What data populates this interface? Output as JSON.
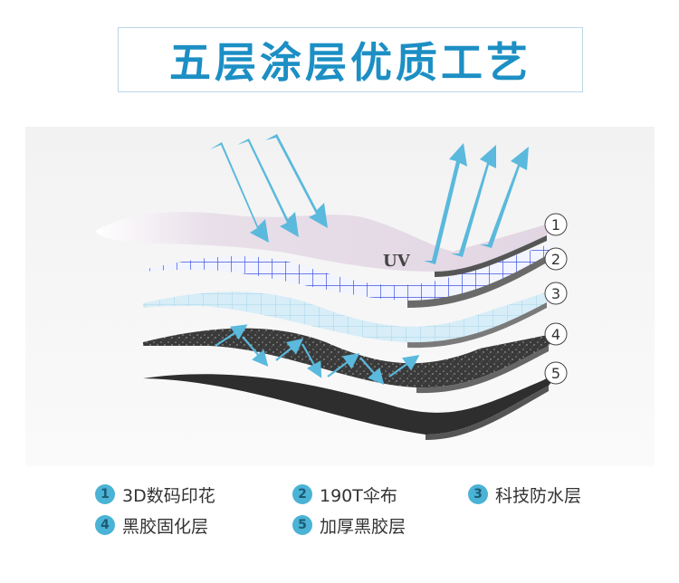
{
  "title": "五层涂层优质工艺",
  "uv_label": "UV",
  "layer_numbers": [
    "1",
    "2",
    "3",
    "4",
    "5"
  ],
  "legend": [
    {
      "num": "1",
      "label": "3D数码印花"
    },
    {
      "num": "2",
      "label": "190T伞布"
    },
    {
      "num": "3",
      "label": "科技防水层"
    },
    {
      "num": "4",
      "label": "黑胶固化层"
    },
    {
      "num": "5",
      "label": "加厚黑胶层"
    }
  ],
  "colors": {
    "title": "#1c8fc4",
    "title_border": "#b9d8e6",
    "badge": "#4ab3d6",
    "arrow": "#5ab9dc",
    "layer_print": "#e6dce8",
    "layer_grid": "#3f55e0",
    "layer_water": "#cfeaf6",
    "layer_black": "#3b3b3b",
    "layer_thick": "#2e2e2e"
  }
}
